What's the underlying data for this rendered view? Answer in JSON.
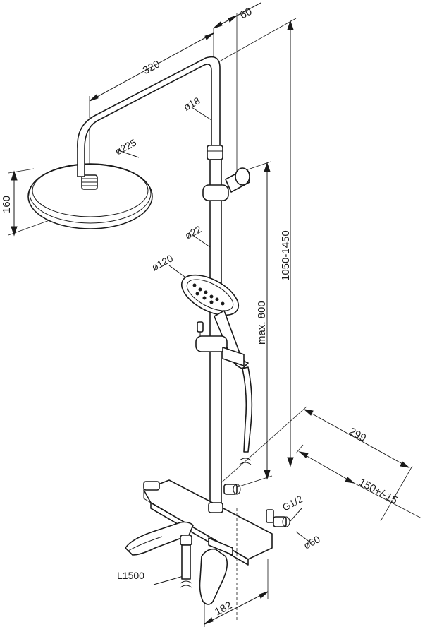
{
  "dimensions": {
    "arm_length": "320",
    "arm_offset": "60",
    "arm_diameter": "ø18",
    "head_diameter": "ø225",
    "head_height": "160",
    "pipe_diameter": "ø22",
    "hand_shower_diameter": "ø120",
    "slide_range": "max. 800",
    "total_height": "1050-1450",
    "depth": "299",
    "inlet_spacing": "150+/-15",
    "inlet_thread": "G1/2",
    "escutcheon_diameter": "ø60",
    "hose_length": "L1500",
    "spout_projection": "182"
  },
  "colors": {
    "line": "#1a1a1a",
    "background": "#ffffff"
  }
}
